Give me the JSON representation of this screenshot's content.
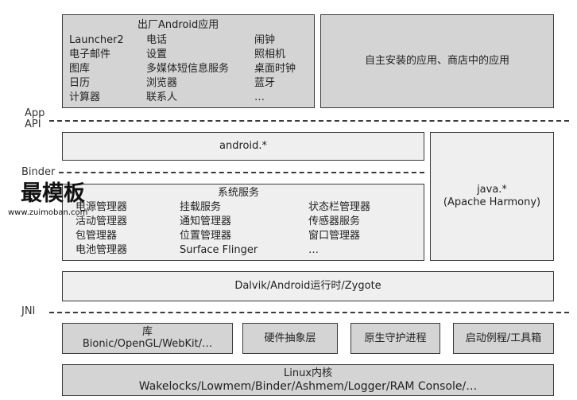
{
  "factory_apps": {
    "title": "出厂Android应用",
    "col1": [
      "Launcher2",
      "电子邮件",
      "图库",
      "日历",
      "计算器"
    ],
    "col2": [
      "电话",
      "设置",
      "多媒体短信息服务",
      "浏览器",
      "联系人"
    ],
    "col3": [
      "闹钟",
      "照相机",
      "桌面时钟",
      "蓝牙",
      "…"
    ]
  },
  "user_apps": {
    "label": "自主安装的应用、商店中的应用"
  },
  "labels": {
    "app_api": [
      "App",
      "API"
    ],
    "binder": "Binder",
    "jni": "JNI"
  },
  "android_pkg": {
    "label": "android.*"
  },
  "java_pkg": {
    "line1": "java.*",
    "line2": "(Apache Harmony)"
  },
  "system_services": {
    "title": "系统服务",
    "col1": [
      "电源管理器",
      "活动管理器",
      "包管理器",
      "电池管理器"
    ],
    "col2": [
      "挂载服务",
      "通知管理器",
      "位置管理器",
      "Surface Flinger"
    ],
    "col3": [
      "状态栏管理器",
      "传感器服务",
      "窗口管理器",
      "…"
    ]
  },
  "runtime": {
    "label": "Dalvik/Android运行时/Zygote"
  },
  "native": {
    "libs_title": "库",
    "libs_sub": "Bionic/OpenGL/WebKit/…",
    "hal": "硬件抽象层",
    "daemons": "原生守护进程",
    "init": "启动例程/工具箱"
  },
  "kernel": {
    "title": "Linux内核",
    "sub": "Wakelocks/Lowmem/Binder/Ashmem/Logger/RAM Console/…"
  },
  "watermark": {
    "big": "最模板",
    "small": "www.zuimoban.com"
  }
}
